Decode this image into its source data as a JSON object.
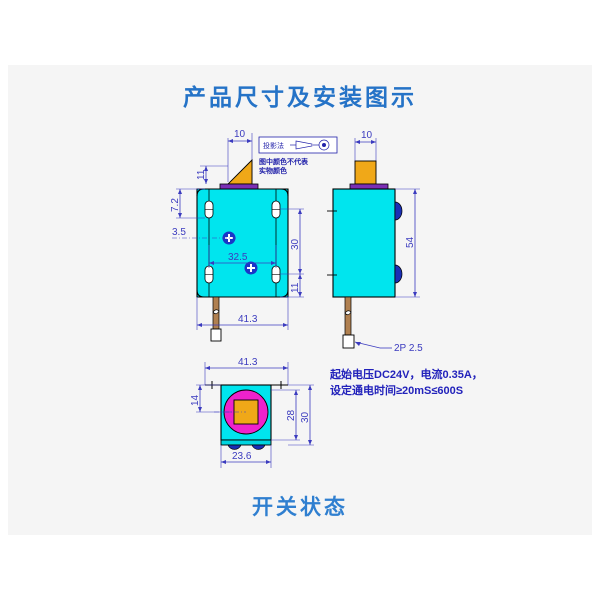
{
  "page": {
    "title_top": "产品尺寸及安装图示",
    "title_bottom": "开关状态",
    "accent_color": "#2573c7",
    "panel_bg": "#f5f5f5",
    "body_color": "#00e5ee",
    "wedge_color": "#f0a818",
    "strip_color": "#7b2fb5",
    "marker_color": "#1a35c8",
    "bottom_circle_color": "#ee22cc",
    "bottom_square_color": "#f0a818",
    "lead_color": "#b08050"
  },
  "projection": {
    "label": "投影法",
    "note_line1": "图中颜色不代表",
    "note_line2": "实物颜色"
  },
  "front_view": {
    "dims": {
      "wedge_width": "10",
      "wedge_height": "11",
      "top_offset": "7.2",
      "left_edge": "3.5",
      "hole_span": "32.5",
      "hole_height": "30",
      "bottom_gap": "11",
      "body_width": "41.3"
    }
  },
  "side_view": {
    "dims": {
      "top_width": "10",
      "body_height": "54"
    },
    "connector_label": "2P  2.5"
  },
  "bottom_view": {
    "dims": {
      "width": "41.3",
      "flange_left": "14",
      "inner_height": "28",
      "outer_height": "30",
      "foot_span": "23.6"
    }
  },
  "spec": {
    "line1": "起始电压DC24V，电流0.35A，",
    "line2": "设定通电时间≥20mS≤600S"
  }
}
